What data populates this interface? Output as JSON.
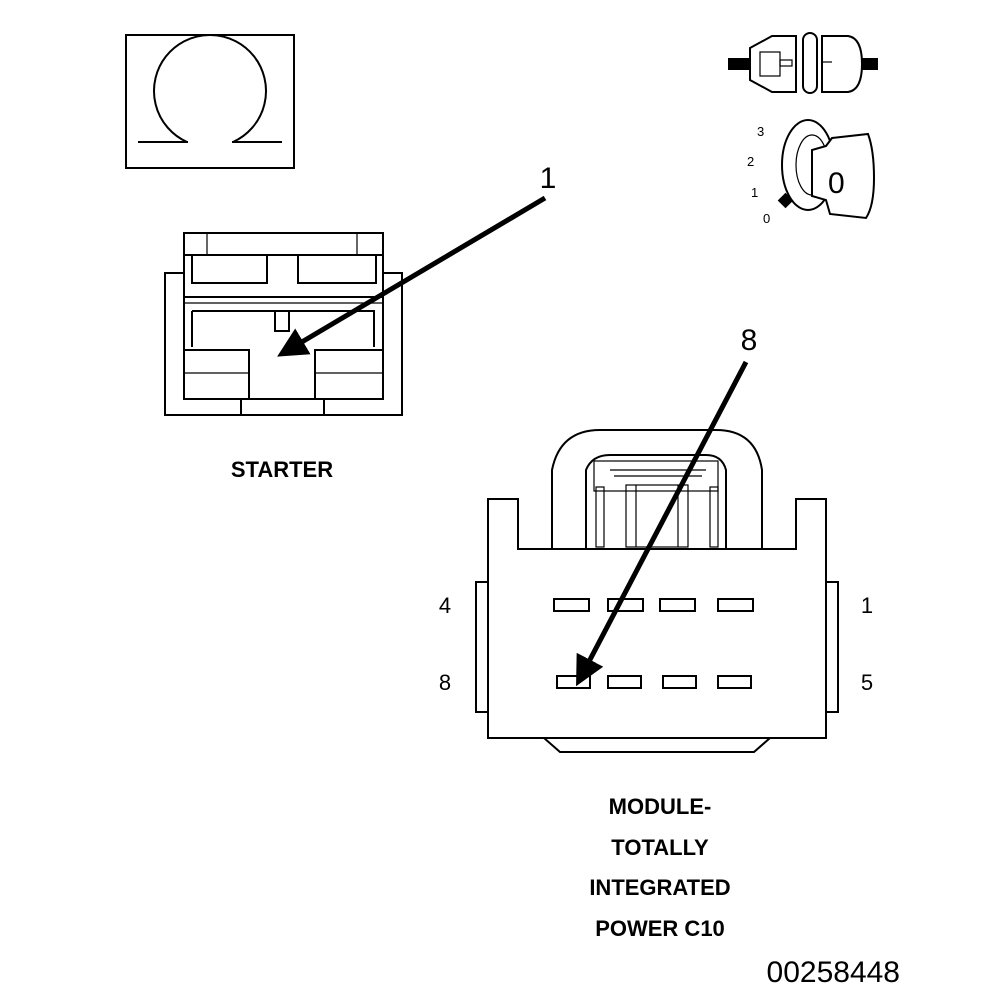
{
  "starter": {
    "label": "STARTER",
    "callout": "1"
  },
  "module": {
    "label_lines": [
      "MODULE-",
      "TOTALLY",
      "INTEGRATED",
      "POWER C10"
    ],
    "callout": "8",
    "pin_left_top": "4",
    "pin_left_bottom": "8",
    "pin_right_top": "1",
    "pin_right_bottom": "5"
  },
  "ignition": {
    "positions": [
      "3",
      "2",
      "1",
      "0"
    ],
    "key_label": "0"
  },
  "icons": {
    "ohm": "ohm-meter-icon",
    "connector": "disconnected-connector-icon",
    "ignition": "ignition-key-off-icon"
  },
  "figure_id": "00258448"
}
